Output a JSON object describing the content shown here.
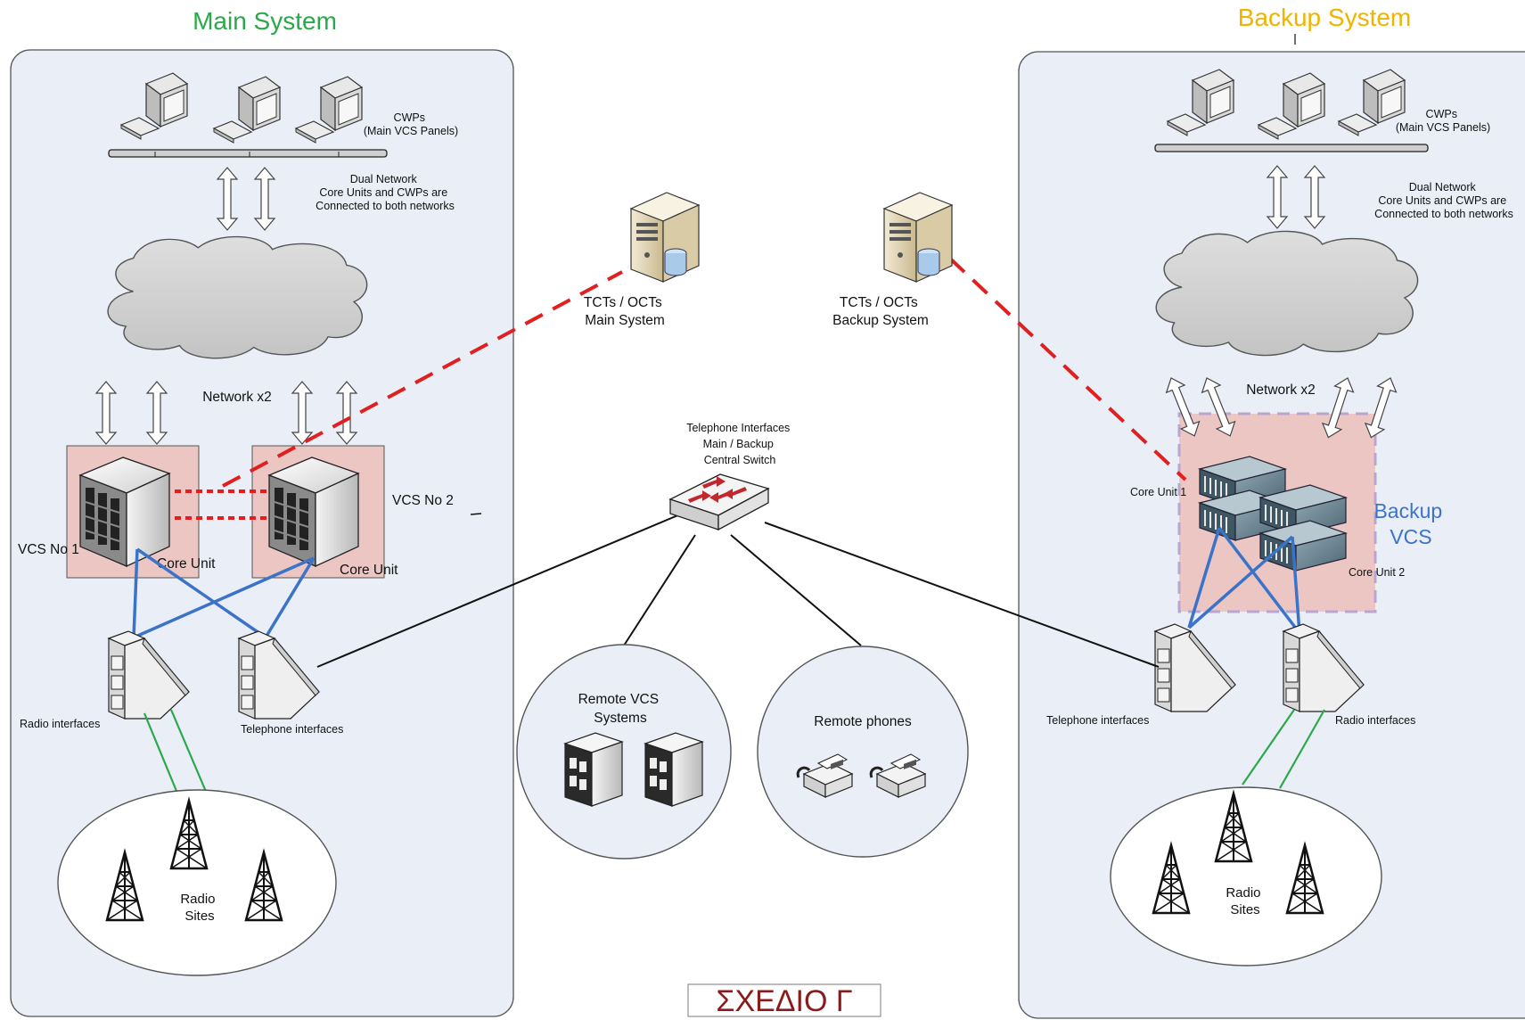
{
  "main": {
    "title": "Main System",
    "cwps": [
      "CWPs",
      "(Main VCS Panels)"
    ],
    "dual_network": [
      "Dual Network",
      "Core Units and CWPs are",
      "Connected to both networks"
    ],
    "network_label": "Network x2",
    "vcs1_label": "VCS No 1",
    "vcs2_label": "VCS No 2",
    "core_unit_label": "Core Unit",
    "radio_interfaces": "Radio interfaces",
    "telephone_interfaces": "Telephone interfaces",
    "radio_sites": [
      "Radio",
      "Sites"
    ]
  },
  "backup": {
    "title": "Backup System",
    "cwps": [
      "CWPs",
      "(Main VCS Panels)"
    ],
    "dual_network": [
      "Dual Network",
      "Core Units and CWPs are",
      "Connected to both networks"
    ],
    "network_label": "Network x2",
    "backup_vcs": [
      "Backup",
      "VCS"
    ],
    "core_unit_1": "Core Unit 1",
    "core_unit_2": "Core Unit 2",
    "telephone_interfaces": "Telephone interfaces",
    "radio_interfaces": "Radio interfaces",
    "radio_sites": [
      "Radio",
      "Sites"
    ]
  },
  "center": {
    "tct_main": [
      "TCTs / OCTs",
      "Main System"
    ],
    "tct_backup": [
      "TCTs / OCTs",
      "Backup System"
    ],
    "switch": [
      "Telephone Interfaces",
      "Main / Backup",
      "Central Switch"
    ],
    "remote_vcs": [
      "Remote VCS",
      "Systems"
    ],
    "remote_phones": "Remote phones",
    "plan_label": "ΣΧΕΔΙΟ Γ"
  },
  "colors": {
    "panel_fill": "#e9eef7",
    "main_title": "#2aa84a",
    "backup_title": "#f0b400",
    "vcs_box": "#ecc6c3",
    "blue_link": "#3b73c8",
    "green_link": "#2aa84a",
    "red_dash": "#e02020",
    "backup_vcs_text": "#3b73c8",
    "plan_text": "#8b1a1a"
  }
}
